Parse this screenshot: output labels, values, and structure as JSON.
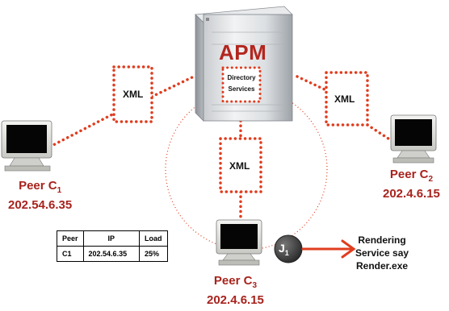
{
  "server": {
    "title": "APM",
    "directory_line1": "Directory",
    "directory_line2": "Services"
  },
  "xml_labels": [
    "XML",
    "XML",
    "XML"
  ],
  "peers": {
    "c1": {
      "name": "Peer C",
      "sub": "1",
      "ip": "202.54.6.35"
    },
    "c2": {
      "name": "Peer C",
      "sub": "2",
      "ip": "202.4.6.15"
    },
    "c3": {
      "name": "Peer C",
      "sub": "3",
      "ip": "202.4.6.15"
    }
  },
  "job": {
    "name": "J",
    "sub": "1"
  },
  "rendering": {
    "line1": "Rendering",
    "line2": "Service say",
    "line3": "Render.exe"
  },
  "table": {
    "headers": [
      "Peer",
      "IP",
      "Load"
    ],
    "rows": [
      [
        "C1",
        "202.54.6.35",
        "25%"
      ]
    ]
  },
  "colors": {
    "accent_red": "#e03c1e",
    "label_red": "#a8231d",
    "apm_red": "#b3261e"
  }
}
